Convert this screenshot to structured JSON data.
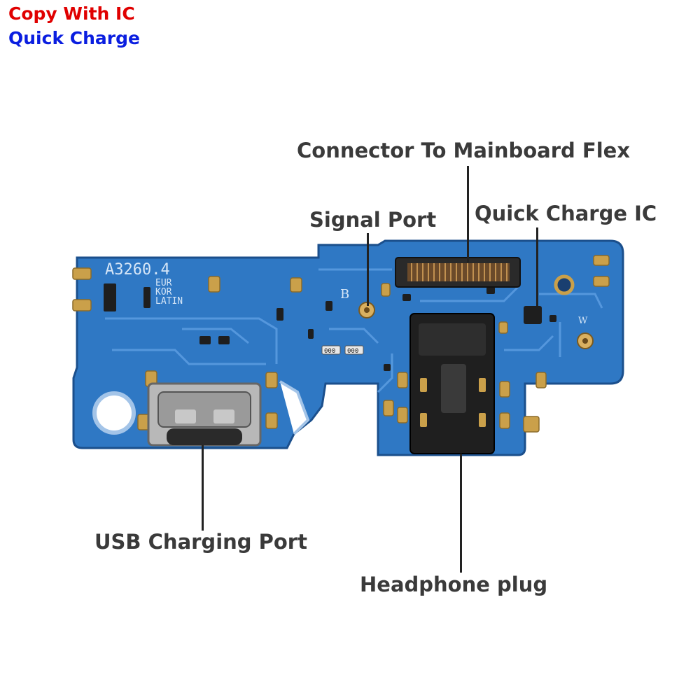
{
  "badges": {
    "copy": "Copy With IC",
    "charge": "Quick Charge"
  },
  "callouts": {
    "connector": "Connector To Mainboard Flex",
    "signal": "Signal Port",
    "qc_ic": "Quick Charge IC",
    "usb": "USB Charging Port",
    "headphone": "Headphone plug"
  },
  "board": {
    "model": "A3260.4",
    "regions": [
      "EUR",
      "KOR",
      "LATIN"
    ],
    "mark_b": "B",
    "mark_w": "W",
    "resistor_label": "000"
  },
  "colors": {
    "pcb": "#2f78c4",
    "pcb_dark": "#1f5fa6",
    "trace": "#5a9be0",
    "gold": "#caa04a",
    "red_text": "#e00000",
    "blue_text": "#0a1ee0"
  }
}
